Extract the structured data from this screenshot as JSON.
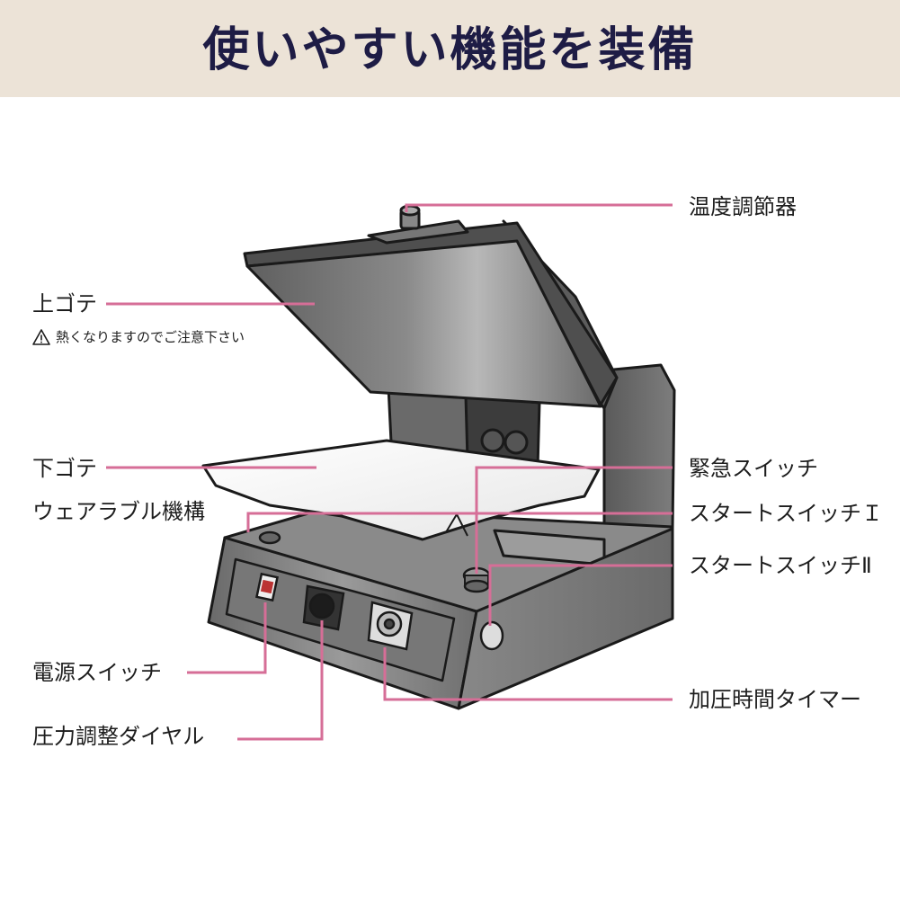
{
  "header": {
    "title": "使いやすい機能を装備"
  },
  "labels": {
    "temperature_control": "温度調節器",
    "upper_plate": "上ゴテ",
    "upper_plate_warning": "熱くなりますのでご注意下さい",
    "lower_plate": "下ゴテ",
    "wearable_mechanism": "ウェアラブル機構",
    "emergency_switch": "緊急スイッチ",
    "start_switch_1": "スタートスイッチＩ",
    "start_switch_2": "スタートスイッチⅡ",
    "power_switch": "電源スイッチ",
    "pressure_dial": "圧力調整ダイヤル",
    "press_timer": "加圧時間タイマー"
  },
  "colors": {
    "header_bg": "#ece3d7",
    "title_text": "#1e1c45",
    "leader_line": "#d66e97",
    "machine_body": "#707070"
  },
  "icons": {
    "warning": "warning-triangle-icon"
  }
}
